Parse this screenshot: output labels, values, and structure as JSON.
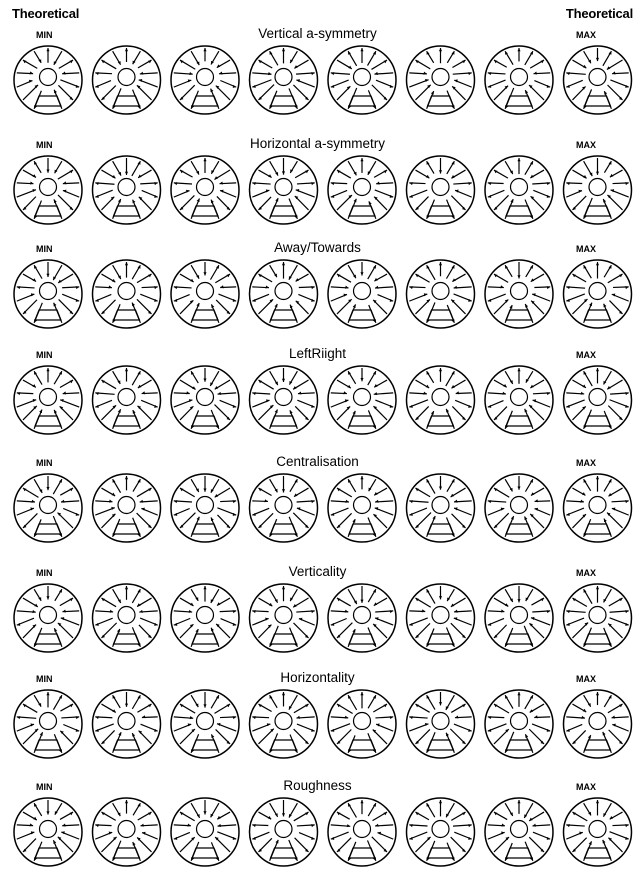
{
  "header": {
    "left_label": "Theoretical",
    "right_label": "Theoretical"
  },
  "rows": [
    {
      "title": "Vertical a-symmetry",
      "min_label": "MIN",
      "max_label": "MAX"
    },
    {
      "title": "Horizontal a-symmetry",
      "min_label": "MIN",
      "max_label": "MAX"
    },
    {
      "title": "Away/Towards",
      "min_label": "MIN",
      "max_label": "MAX"
    },
    {
      "title": "LeftRiight",
      "min_label": "MIN",
      "max_label": "MAX"
    },
    {
      "title": "Centralisation",
      "min_label": "MIN",
      "max_label": "MAX"
    },
    {
      "title": "Verticality",
      "min_label": "MIN",
      "max_label": "MAX"
    },
    {
      "title": "Horizontality",
      "min_label": "MIN",
      "max_label": "MAX"
    },
    {
      "title": "Roughness",
      "min_label": "MIN",
      "max_label": "MAX"
    }
  ],
  "glyphs_per_row": 8
}
